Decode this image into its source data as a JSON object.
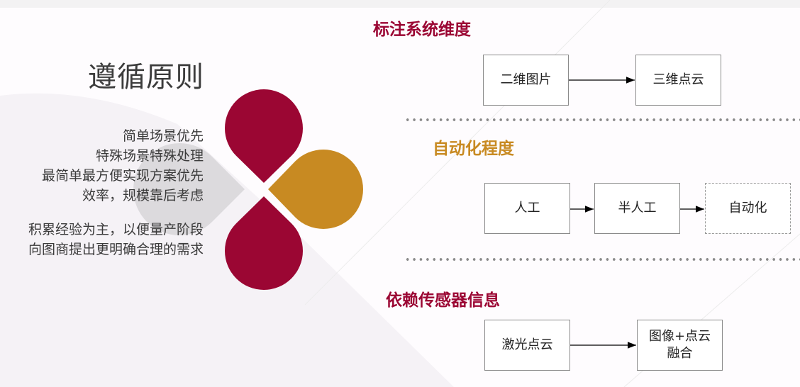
{
  "left": {
    "title": "遵循原则",
    "principles": [
      "简单场景优先",
      "特殊场景特殊处理",
      "最简单最方便实现方案优先",
      "效率，规模靠后考虑"
    ],
    "notes": [
      "积累经验为主，以便量产阶段",
      "向图商提出更明确合理的需求"
    ]
  },
  "sections": [
    {
      "title": "标注系统维度",
      "color": "#9b0633",
      "boxes": [
        "二维图片",
        "三维点云"
      ]
    },
    {
      "title": "自动化程度",
      "color": "#c88a22",
      "boxes": [
        "人工",
        "半人工",
        "自动化"
      ]
    },
    {
      "title": "依赖传感器信息",
      "color": "#9b0633",
      "boxes": [
        "激光点云",
        "图像+点云\n融合"
      ]
    }
  ],
  "colors": {
    "crimson": "#9b0633",
    "gold": "#c88a22",
    "gray": "#dcdadd"
  }
}
